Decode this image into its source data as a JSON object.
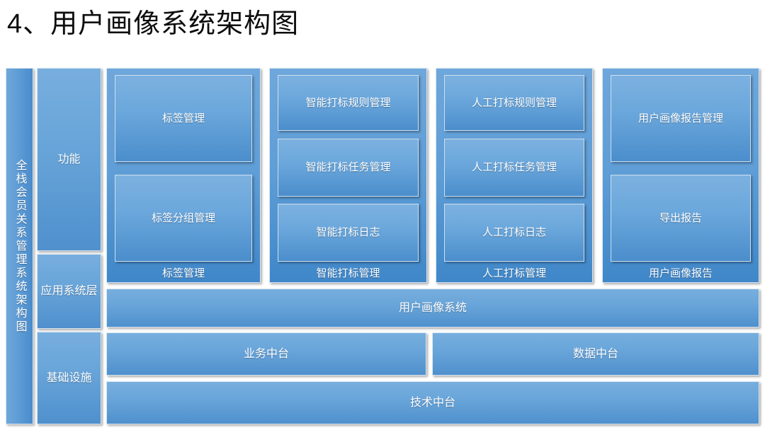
{
  "title": "4、用户画像系统架构图",
  "spine": {
    "label": "全栈会员关系管理系统架构图"
  },
  "layers": [
    {
      "key": "function",
      "label": "功能"
    },
    {
      "key": "application",
      "label": "应用系统层"
    },
    {
      "key": "infrastructure",
      "label": "基础设施"
    }
  ],
  "modules": [
    {
      "group_label": "标签管理",
      "items": [
        "标签管理",
        "标签分组管理"
      ]
    },
    {
      "group_label": "智能打标管理",
      "items": [
        "智能打标规则管理",
        "智能打标任务管理",
        "智能打标日志"
      ]
    },
    {
      "group_label": "人工打标管理",
      "items": [
        "人工打标规则管理",
        "人工打标任务管理",
        "人工打标日志"
      ]
    },
    {
      "group_label": "用户画像报告",
      "items": [
        "用户画像报告管理",
        "导出报告"
      ]
    }
  ],
  "application_layer": {
    "system": "用户画像系统"
  },
  "infrastructure_layer": {
    "middle_platforms": [
      "业务中台",
      "数据中台"
    ],
    "tech_platform": "技术中台"
  },
  "colors": {
    "box_top": "#77aede",
    "box_bottom": "#4f90cd",
    "group_top": "#6ea7db",
    "group_bottom": "#3f87c9",
    "text": "#ffffff",
    "title_text": "#0d0d0d",
    "background": "#ffffff"
  }
}
